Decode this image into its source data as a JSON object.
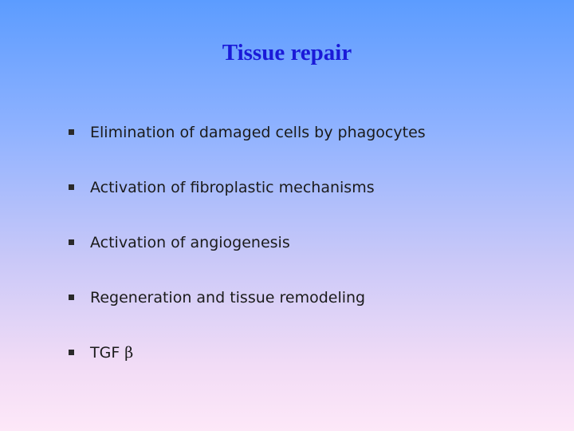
{
  "slide": {
    "title": "Tissue repair",
    "bullets": [
      "Elimination of damaged cells by phagocytes",
      "Activation of fibroplastic mechanisms",
      "Activation of angiogenesis",
      "Regeneration and tissue remodeling",
      "TGF"
    ],
    "tgf_symbol": "β"
  }
}
